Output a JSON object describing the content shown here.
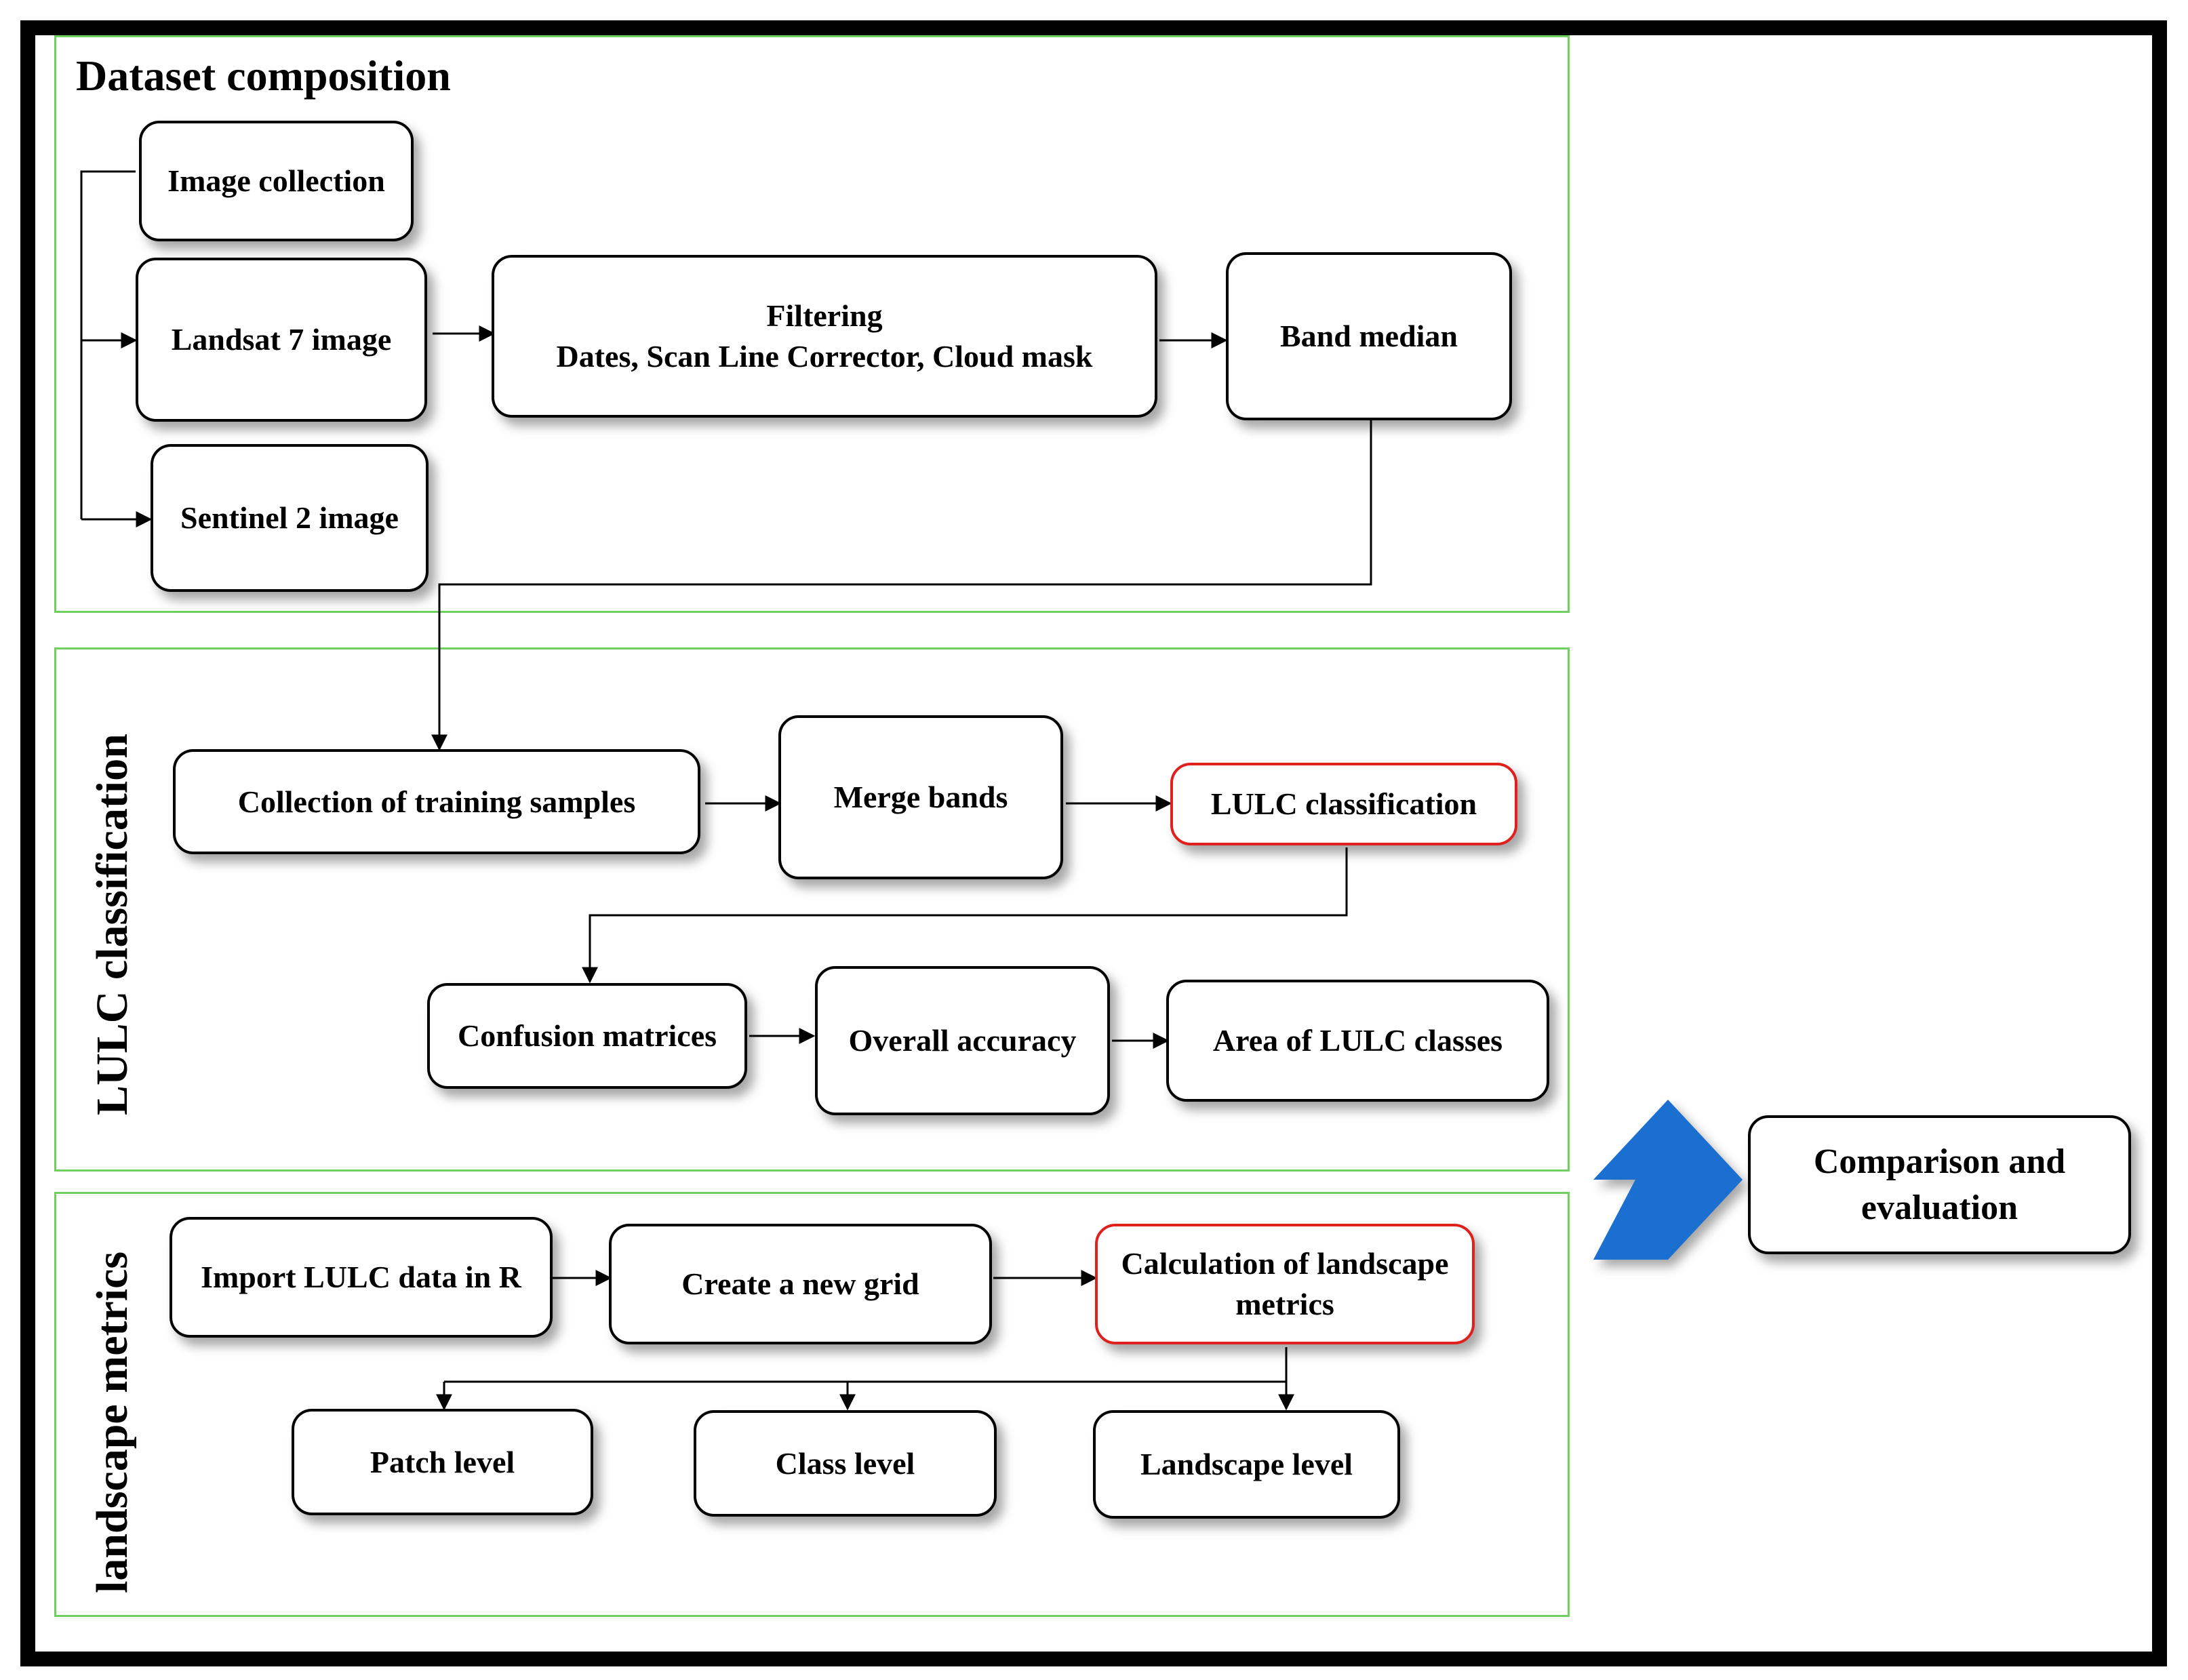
{
  "sections": {
    "dataset": "Dataset composition",
    "lulc": "LULC classification",
    "landscape": "landscape  metrics"
  },
  "nodes": {
    "image_collection": "Image collection",
    "landsat7": "Landsat 7 image",
    "sentinel2": "Sentinel 2 image",
    "filtering_title": "Filtering",
    "filtering_detail": "Dates, Scan Line Corrector,  Cloud mask",
    "band_median": "Band median",
    "training_samples": "Collection  of training samples",
    "merge_bands": "Merge bands",
    "lulc_classification": "LULC classification",
    "confusion_matrices": "Confusion matrices",
    "overall_accuracy": "Overall accuracy",
    "area_classes": "Area of LULC classes",
    "import_lulc": "Import LULC data in R",
    "create_grid": "Create  a new grid",
    "calc_metrics_line1": "Calculation  of landscape",
    "calc_metrics_line2": "metrics",
    "patch_level": "Patch level",
    "class_level": "Class level",
    "landscape_level": "Landscape level",
    "comparison_line1": "Comparison  and",
    "comparison_line2": "evaluation"
  },
  "colors": {
    "section_border": "#6fcf5f",
    "highlight_border": "#e0201c",
    "big_arrow": "#1a6fd1"
  }
}
